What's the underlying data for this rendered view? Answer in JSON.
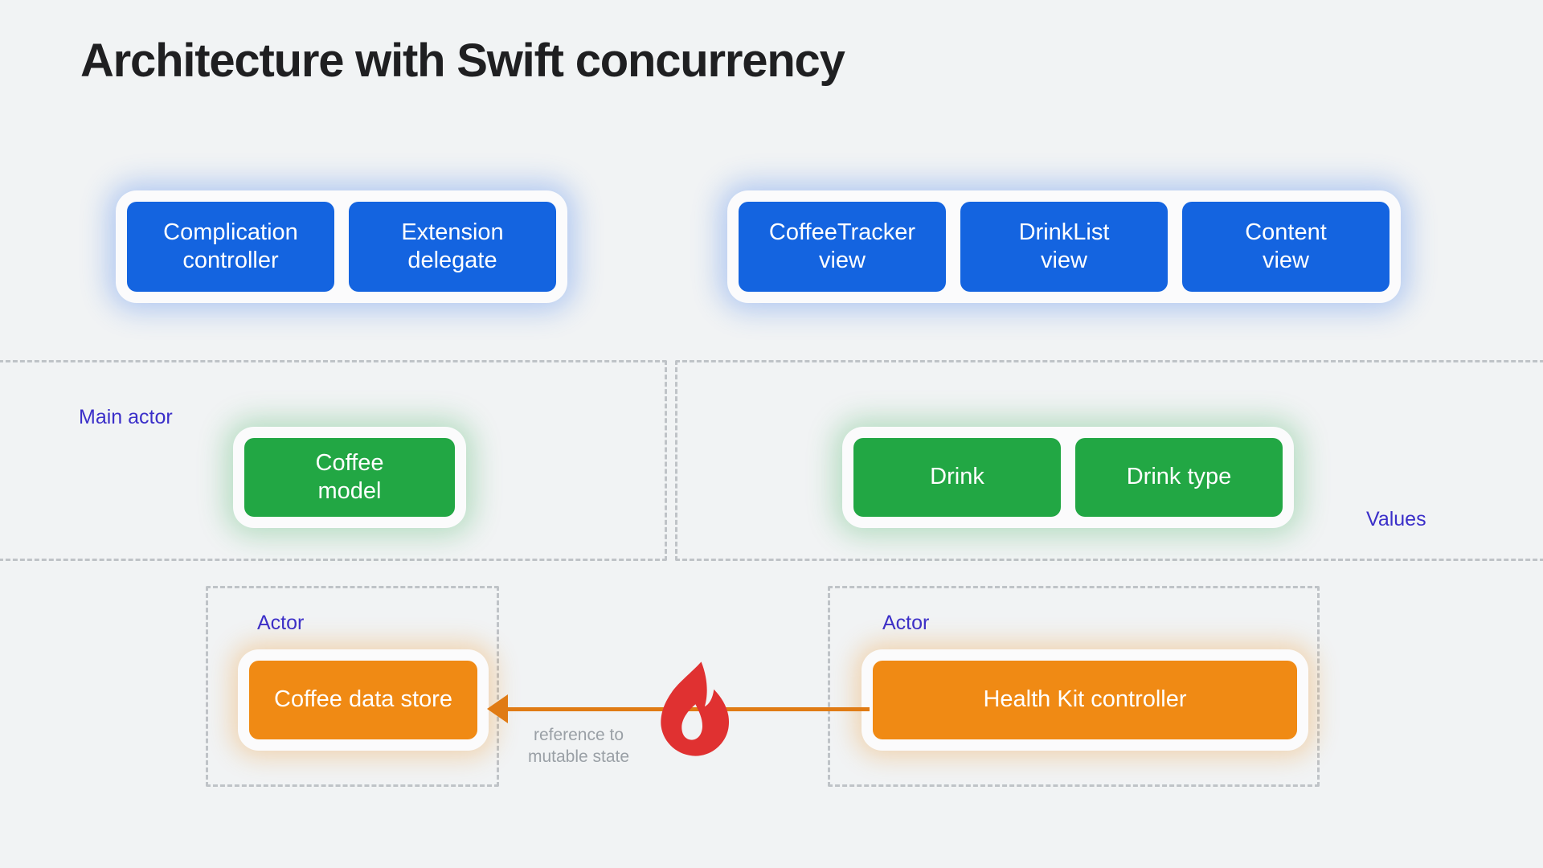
{
  "page": {
    "title": "Architecture with Swift concurrency",
    "background_color": "#f1f3f4"
  },
  "colors": {
    "blue": "#1464e0",
    "green": "#22a744",
    "orange": "#f08a14",
    "arrow": "#e07b14",
    "flame": "#e03131",
    "region_label": "#3b2fc9",
    "dashed_border": "#bfc3c7",
    "muted_text": "#9aa0a6"
  },
  "regions": {
    "main_actor": {
      "label": "Main actor"
    },
    "values": {
      "label": "Values"
    },
    "actor_left": {
      "label": "Actor"
    },
    "actor_right": {
      "label": "Actor"
    }
  },
  "groups": {
    "watch_app": {
      "kind": "blue",
      "nodes": [
        {
          "label": "Complication\ncontroller"
        },
        {
          "label": "Extension\ndelegate"
        }
      ]
    },
    "views": {
      "kind": "blue",
      "nodes": [
        {
          "label": "CoffeeTracker view"
        },
        {
          "label": "DrinkList\nview"
        },
        {
          "label": "Content\nview"
        }
      ]
    },
    "model": {
      "kind": "green",
      "nodes": [
        {
          "label": "Coffee\nmodel"
        }
      ]
    },
    "value_types": {
      "kind": "green",
      "nodes": [
        {
          "label": "Drink"
        },
        {
          "label": "Drink type"
        }
      ]
    },
    "data_store": {
      "kind": "orange",
      "nodes": [
        {
          "label": "Coffee data store"
        }
      ]
    },
    "health_kit": {
      "kind": "orange",
      "nodes": [
        {
          "label": "Health Kit controller"
        }
      ]
    }
  },
  "arrow": {
    "label": "reference to\nmutable state",
    "direction": "right-to-left",
    "icon": "flame-icon"
  }
}
